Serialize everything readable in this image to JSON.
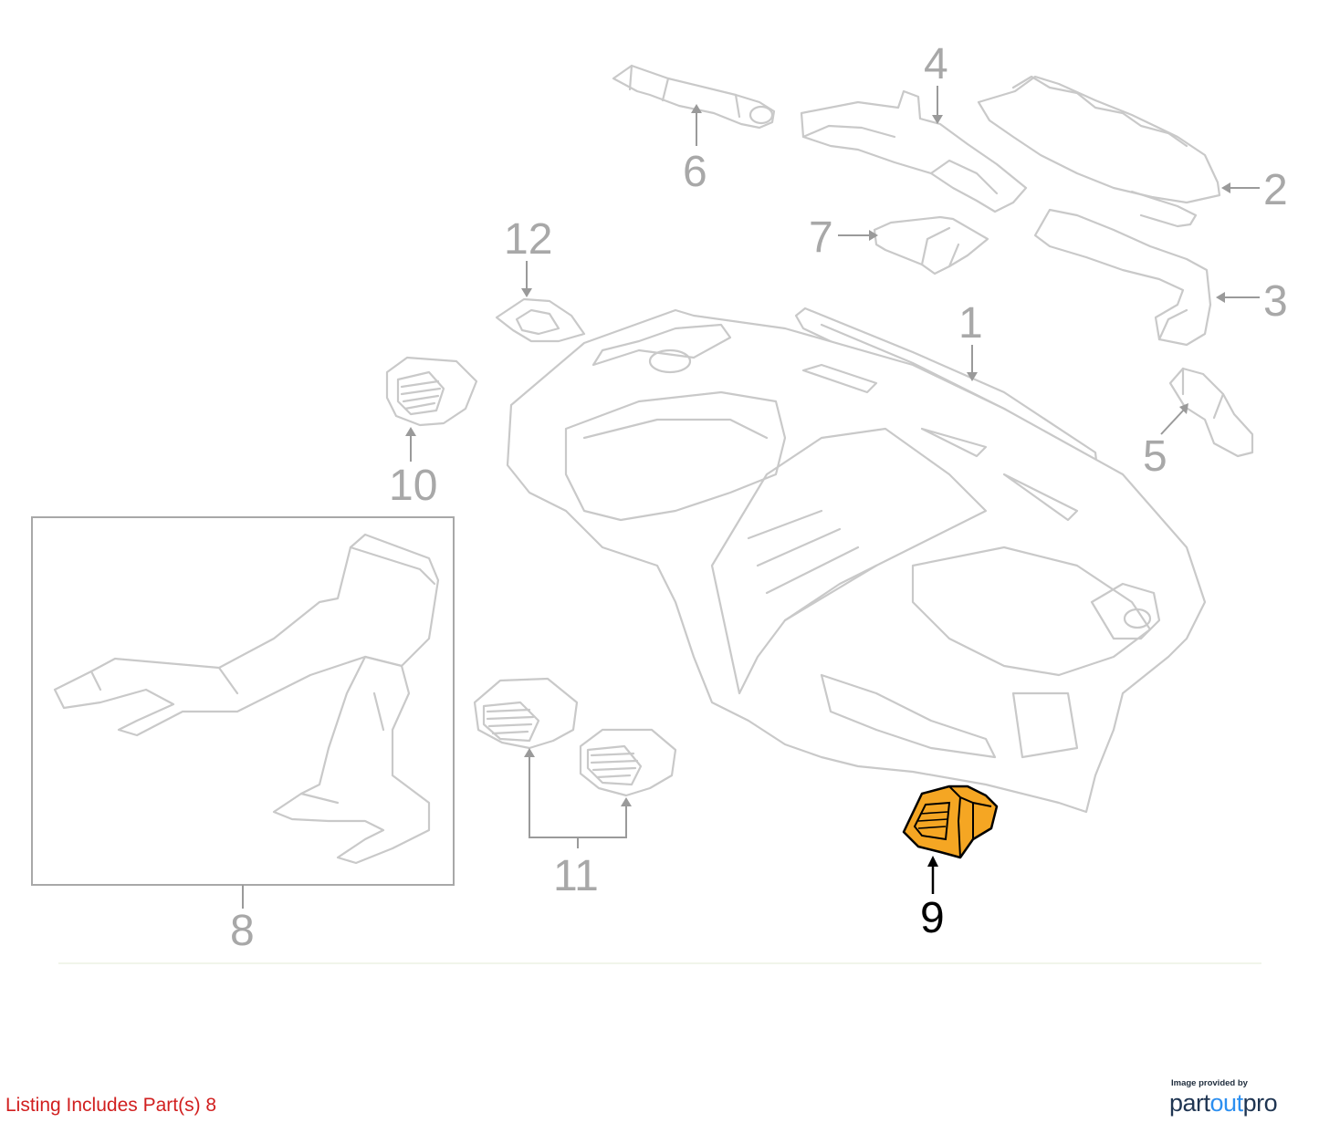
{
  "diagram": {
    "callouts": {
      "c1": "1",
      "c2": "2",
      "c3": "3",
      "c4": "4",
      "c5": "5",
      "c6": "6",
      "c7": "7",
      "c8": "8",
      "c9": "9",
      "c10": "10",
      "c11": "11",
      "c12": "12"
    },
    "highlighted_part": "9",
    "highlight_color": "#f5a623",
    "part_line_color": "#c9c9c9"
  },
  "footer": {
    "listing_note": "Listing Includes Part(s) 8",
    "listing_note_color": "#d11f1f",
    "credit_caption": "Image provided by",
    "credit_brand_a": "part",
    "credit_brand_b": "out",
    "credit_brand_c": "pro"
  }
}
